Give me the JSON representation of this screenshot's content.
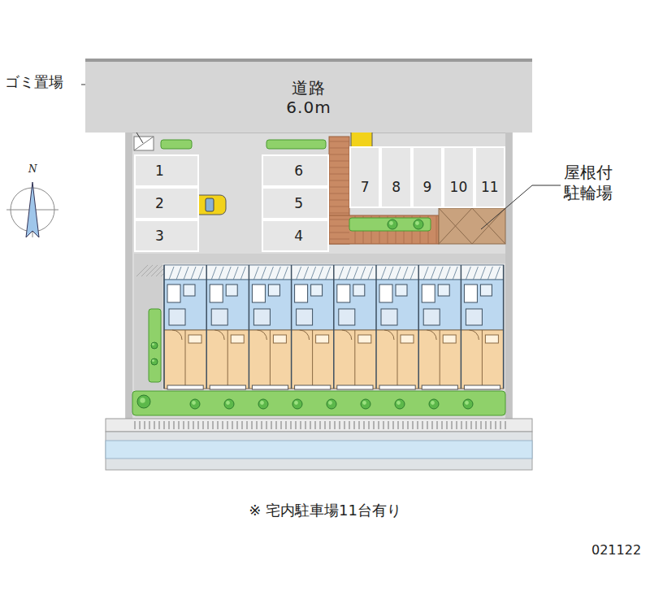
{
  "diagram": {
    "caption": "※ 宅内駐車場11台有り",
    "nodes": [
      {
        "text": [
          "道路 6.0m"
        ]
      },
      {
        "text": [
          "1"
        ]
      },
      {
        "text": [
          "2"
        ]
      },
      {
        "text": [
          "3"
        ]
      },
      {
        "text": [
          "4"
        ]
      },
      {
        "text": [
          "5"
        ]
      },
      {
        "text": [
          "6"
        ]
      },
      {
        "text": [
          "7"
        ]
      },
      {
        "text": [
          "8"
        ]
      },
      {
        "text": [
          "9"
        ]
      },
      {
        "text": [
          "10"
        ]
      },
      {
        "text": [
          "11"
        ]
      }
    ],
    "labels": [
      "ゴミ置場",
      "屋根付 駐輪場",
      "N",
      "021122"
    ]
  }
}
